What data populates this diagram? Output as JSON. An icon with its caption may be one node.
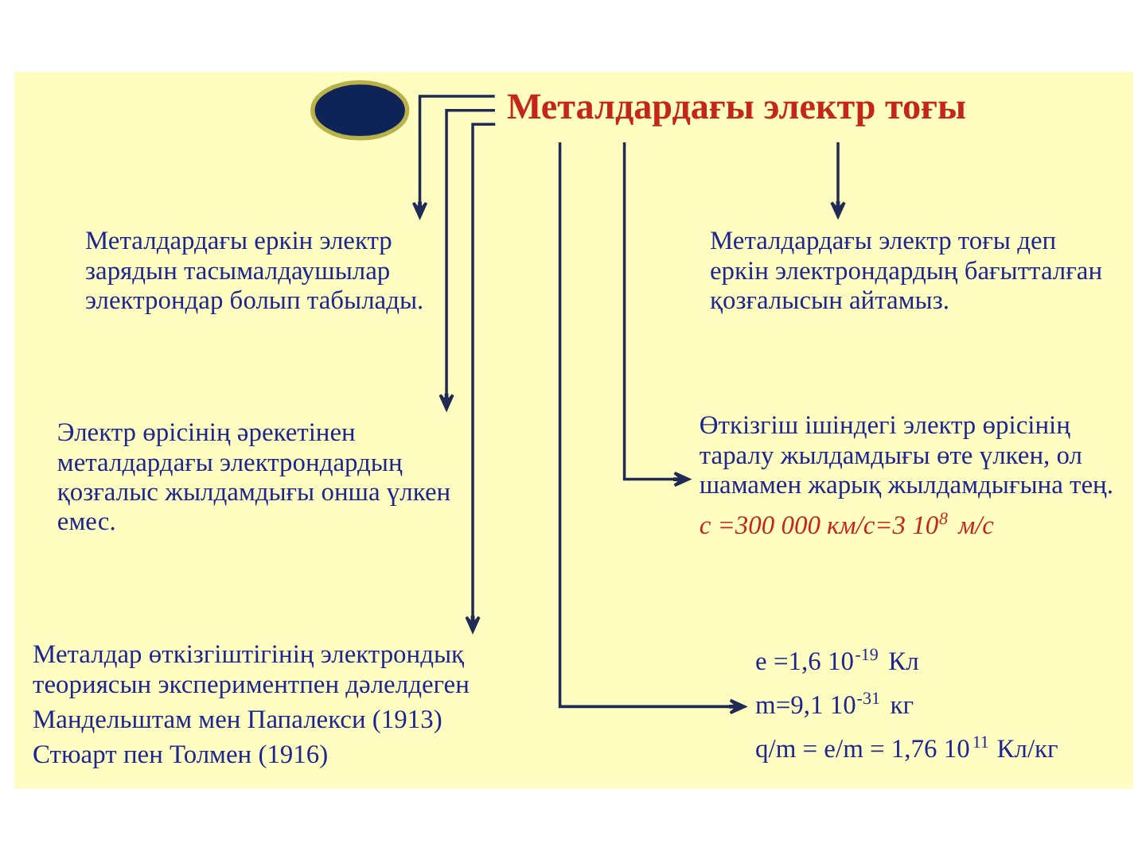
{
  "diagram": {
    "nodes": [
      {
        "text": [],
        "shape": "oval"
      },
      {
        "text": [
          "Металдардағы электр тоғы"
        ]
      },
      {
        "text": [
          "Металдардағы еркін электр зарядын тасымалдаушылар электрондар болып табылады."
        ]
      },
      {
        "text": [
          "Металдардағы электр тоғы деп еркін электрондардың бағытталған қозғалысын айтамыз."
        ]
      },
      {
        "text": [
          "Электр өрісінің әрекетінен металдардағы электрондардың қозғалыс жылдамдығы онша үлкен емес."
        ]
      },
      {
        "text": [
          "Өткізгіш ішіндегі электр өрісінің таралу жылдамдығы өте үлкен, ол шамамен жарық жылдамдығына тең.",
          "c =300 000 км/с=3 10$^{8}$ м/с"
        ]
      },
      {
        "text": [
          "Металдар өткізгіштігінің электрондық теориясын экспериментпен дәлелдеген",
          "Мандельштам мен Папалекси (1913)",
          "Стюарт пен Толмен (1916)"
        ]
      },
      {
        "text": [
          "e =1,6 10$^{-19}$ Кл",
          "m=9,1 10$^{-31}$ кг",
          "q/m = e/m = 1,76 10$^{11}$ Кл/кг"
        ]
      }
    ],
    "edges": [
      {
        "from": 1,
        "to": 2,
        "arrow": "to"
      },
      {
        "from": 1,
        "to": 3,
        "arrow": "to"
      },
      {
        "from": 1,
        "to": 4,
        "arrow": "to"
      },
      {
        "from": 1,
        "to": 5,
        "arrow": "to"
      },
      {
        "from": 1,
        "to": 6,
        "arrow": "to"
      },
      {
        "from": 1,
        "to": 7,
        "arrow": "to"
      }
    ]
  }
}
